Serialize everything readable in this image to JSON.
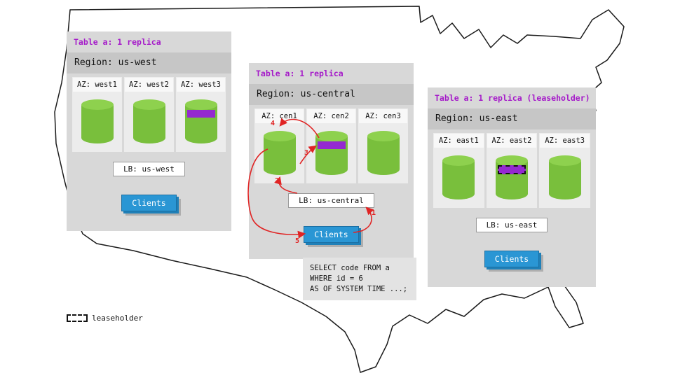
{
  "colors": {
    "table_label_purple": "#a51ac9",
    "cylinder_green": "#79bf3c",
    "replica_band_purple": "#9429d0",
    "clients_blue": "#2a96d4",
    "arrow_red": "#e02424"
  },
  "regions": [
    {
      "table_label": "Table a: 1 replica",
      "region_label": "Region: us-west",
      "azs": [
        {
          "label": "AZ: west1"
        },
        {
          "label": "AZ: west2"
        },
        {
          "label": "AZ: west3",
          "replica": true
        }
      ],
      "lb_label": "LB: us-west",
      "clients_label": "Clients"
    },
    {
      "table_label": "Table a: 1 replica",
      "region_label": "Region: us-central",
      "azs": [
        {
          "label": "AZ: cen1"
        },
        {
          "label": "AZ: cen2",
          "replica": true
        },
        {
          "label": "AZ: cen3"
        }
      ],
      "lb_label": "LB: us-central",
      "clients_label": "Clients"
    },
    {
      "table_label": "Table a: 1 replica (leaseholder)",
      "region_label": "Region: us-east",
      "azs": [
        {
          "label": "AZ: east1"
        },
        {
          "label": "AZ: east2",
          "replica": true,
          "leaseholder": true
        },
        {
          "label": "AZ: east3"
        }
      ],
      "lb_label": "LB: us-east",
      "clients_label": "Clients"
    }
  ],
  "sql_query": {
    "lines": [
      "SELECT code FROM a",
      "WHERE id = 6",
      "AS OF SYSTEM TIME ...;"
    ]
  },
  "flow_steps": [
    "1",
    "2",
    "3",
    "4",
    "5"
  ],
  "legend_label": "leaseholder"
}
